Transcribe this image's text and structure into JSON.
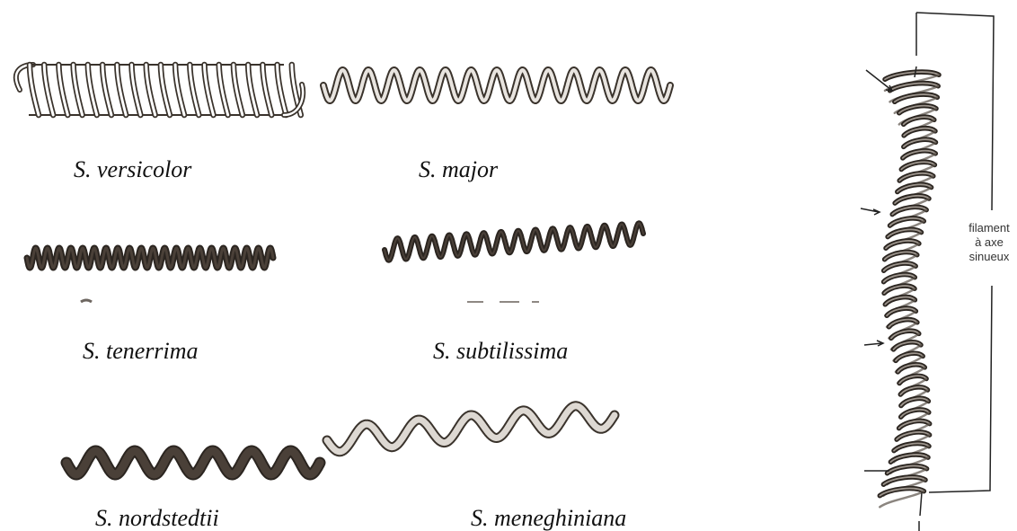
{
  "species": [
    {
      "id": "versicolor",
      "label": "S. versicolor"
    },
    {
      "id": "major",
      "label": "S. major"
    },
    {
      "id": "tenerrima",
      "label": "S. tenerrima"
    },
    {
      "id": "subtilissima",
      "label": "S. subtilissima"
    },
    {
      "id": "nordstedtii",
      "label": "S. nordstedtii"
    },
    {
      "id": "meneghiniana",
      "label": "S. meneghiniana"
    }
  ],
  "filament": {
    "line1": "filament",
    "line2": "à axe",
    "line3": "sinueux"
  },
  "colors": {
    "ink": "#2b2520",
    "outline": "#3a332c",
    "fill_dark": "#4a4038",
    "background": "#ffffff"
  }
}
